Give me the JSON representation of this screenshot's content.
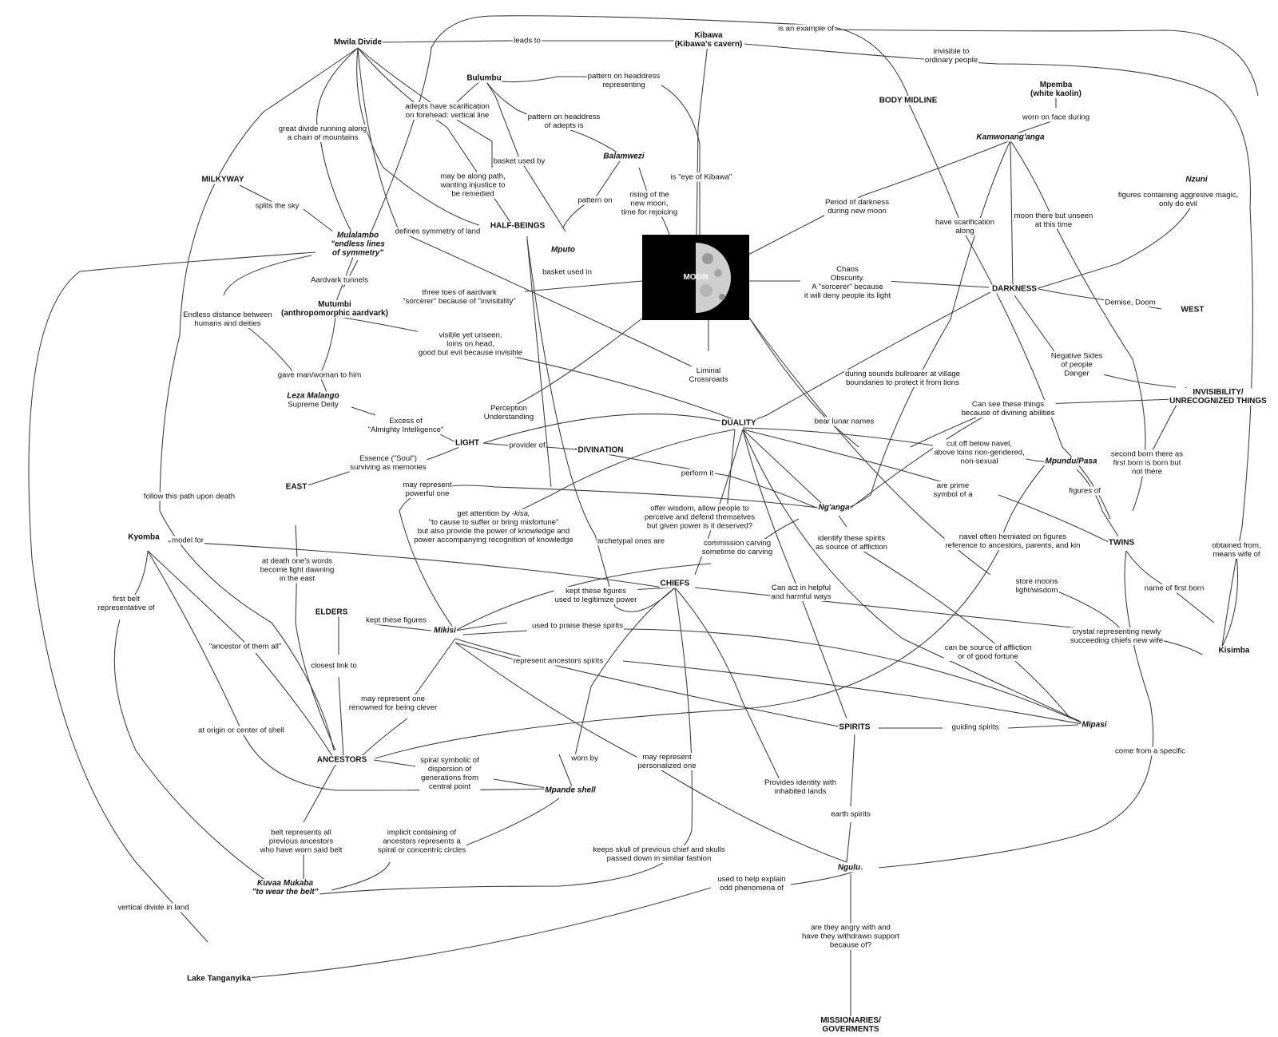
{
  "concepts": {
    "mwila_divide": "Mwila Divide",
    "kibawa": "Kibawa\n(Kibawa's cavern)",
    "bulumbu": "Bulumbu",
    "body_midline": "BODY MIDLINE",
    "mpemba": "Mpemba\n(white kaolin)",
    "kamwonanganga": "Kamwonang'anga",
    "milkyway": "MILKYWAY",
    "balamwezi": "Balamwezi",
    "nzuni": "Nzuni",
    "half_beings": "HALF-BEINGS",
    "mulalambo": "Mulalambo\n\"endless lines\nof symmetry\"",
    "mputo": "Mputo",
    "moon": "MOON",
    "darkness": "DARKNESS",
    "west": "WEST",
    "mutumbi": "Mutumbi\n(anthropomorphic aardvark)",
    "invisibility": "INVISIBILITY/\nUNRECOGNIZED THINGS",
    "leza_malango": "Leza Malango",
    "supreme_deity": "Supreme Deity",
    "duality": "DUALITY",
    "light": "LIGHT",
    "divination": "DIVINATION",
    "mpundu_pasa": "Mpundu/Pasa",
    "east": "EAST",
    "nganga": "Ng'anga",
    "twins": "TWINS",
    "kyomba": "Kyomba",
    "chiefs": "CHIEFS",
    "elders": "ELDERS",
    "mikisi": "Mikisi",
    "kisimba": "Kisimba",
    "spirits": "SPIRITS",
    "mipasi": "Mipasi",
    "ancestors": "ANCESTORS",
    "mpande_shell": "Mpande shell",
    "ngulu": "Ngulu",
    "kuvaa_mukaba": "Kuvaa Mukaba\n\"to wear the belt\"",
    "lake_tanganyika": "Lake Tanganyika",
    "missionaries": "MISSIONARIES/\nGOVERMENTS"
  },
  "links": {
    "leads_to": "leads to",
    "is_an_example_of": "is an example of",
    "invisible_to": "invisible to\nordinary people",
    "pattern_headdress_representing": "pattern on headdress\nrepresenting",
    "worn_on_face": "worn on face during",
    "adepts_scarification": "adepts have scarification\non forehead: vertical line",
    "pattern_headdress_adepts": "pattern on headdress\nof adepts is",
    "great_divide": "great divide running along\na chain of mountains",
    "basket_used_by": "basket used by",
    "splits_sky": "splits the sky",
    "along_path": "may be along path,\nwanting injustice to\nbe remedied",
    "eye_of_kibawa": "is \"eye of Kibawa\"",
    "pattern_on": "pattern on",
    "rising_new_moon": "rising of the\nnew moon,\ntime for rejoicing",
    "period_darkness": "Period of darkness\nduring new moon",
    "have_scarification": "have scarification\nalong",
    "moon_unseen": "moon there but unseen\nat this time",
    "figures_aggressive": "figures containing aggresive magic,\nonly do evil",
    "defines_symmetry": "defines symmetry of land",
    "aardvark_tunnels": "Aardvark tunnels",
    "basket_used_in": "basket used in",
    "chaos": "Chaos\nObscurity.\nA \"sorcerer\" because\nit will deny people its light",
    "demise": "Demise, Doom",
    "three_toes": "three toes of aardvark\n\"sorcerer\" because of \"invisibility\"",
    "endless_distance": "Endless distance between\nhumans and deities",
    "visible_unseen": "visible yet unseen,\nloins on head,\ngood but evil because invisible",
    "negative_sides": "Negative Sides\nof people\nDanger",
    "liminal": "Liminal\nCrossroads",
    "gave_man": "gave man/woman to him",
    "bullroarer": "during sounds bullroarer at village\nboundaries to protect it from lions",
    "perception": "Perception\nUnderstanding",
    "excess": "Excess of\n\"Almighty Intelligence\"",
    "bear_lunar": "bear lunar names",
    "can_see": "Can see these things\nbecause of divining abilities",
    "provider_of": "provider of",
    "cut_off": "cut off below navel,\nabove loins non-gendered,\nnon-sexual",
    "essence": "Essence (\"Soul\")\nsurviving as memories",
    "second_born": "second born there as\nfirst born is born but\nnot there",
    "perform_it": "perform it",
    "may_represent_powerful": "may represent\npowerful one",
    "prime_symbol": "are prime\nsymbol of a",
    "figures_of": "figures of",
    "follow_path": "follow this path upon death",
    "get_attention_pre": "get attention by -",
    "get_attention_kisa": "kisa,",
    "get_attention_rest": "\"to cause to suffer or bring misfortune\"\nbut also provide the power of knowledge and\npower accompanying recognition of knowledge",
    "offer_wisdom": "offer wisdom, allow people to\nperceive and defend themselves\nbut given power is it deserved?",
    "identify_spirits": "identify these spirits\nas source of affliction",
    "navel_herniated": "navel often herniated on figures\nreference to ancestors, parents, and kin",
    "model_for": "model for",
    "archetypal": "archetypal ones are",
    "commission_carving": "commission carving\nsometime do carving",
    "obtained_from": "obtained from,\nmeans wife of",
    "at_death": "at death one's words\nbecome light dawning\nin the east",
    "first_belt": "first belt\nrepresentative of",
    "kept_figures_legitimize": "kept these figures\nused to legitimize power",
    "can_act": "Can act in helpful\nand harmful ways",
    "store_moons": "store moons\nlight/wisdom",
    "name_first_born": "name of first born",
    "kept_figures": "kept these figures",
    "used_to_praise": "used to praise these spirits",
    "crystal": "crystal representing newly\nsucceeding chiefs new wife",
    "ancestor_of_all": "\"ancestor of them all\"",
    "source_affliction_fortune": "can be source of affliction\nor of good fortune",
    "represent_ancestors": "represent ancestors spirits",
    "closest_link": "closest link to",
    "may_represent_clever": "may represent one\nrenowned for being clever",
    "at_origin": "at origin or center of shell",
    "guiding_spirits": "guiding spirits",
    "come_from": "come from a specific",
    "spiral_symbolic": "spiral symbolic of\ndispersion of\ngenerations from\ncentral point",
    "worn_by": "worn by",
    "may_represent_personalized": "may represent\npersonalized one",
    "provides_identity": "Provides identity with\ninhabited lands",
    "earth_spirits": "earth spirits",
    "belt_represents": "belt represents all\nprevious ancestors\nwho have worn said belt",
    "implicit_containing": "implicit containing of\nancestors represents a\nspiral or concentric circles",
    "keeps_skull": "keeps skull of previous chief and skulls\npassed down in similar fashion",
    "used_to_explain": "used to help explain\nodd phenomena of",
    "vertical_divide": "vertical divide in land",
    "angry_withdrawn": "are they angry with and\nhave they withdrawn support\nbecause of?"
  }
}
